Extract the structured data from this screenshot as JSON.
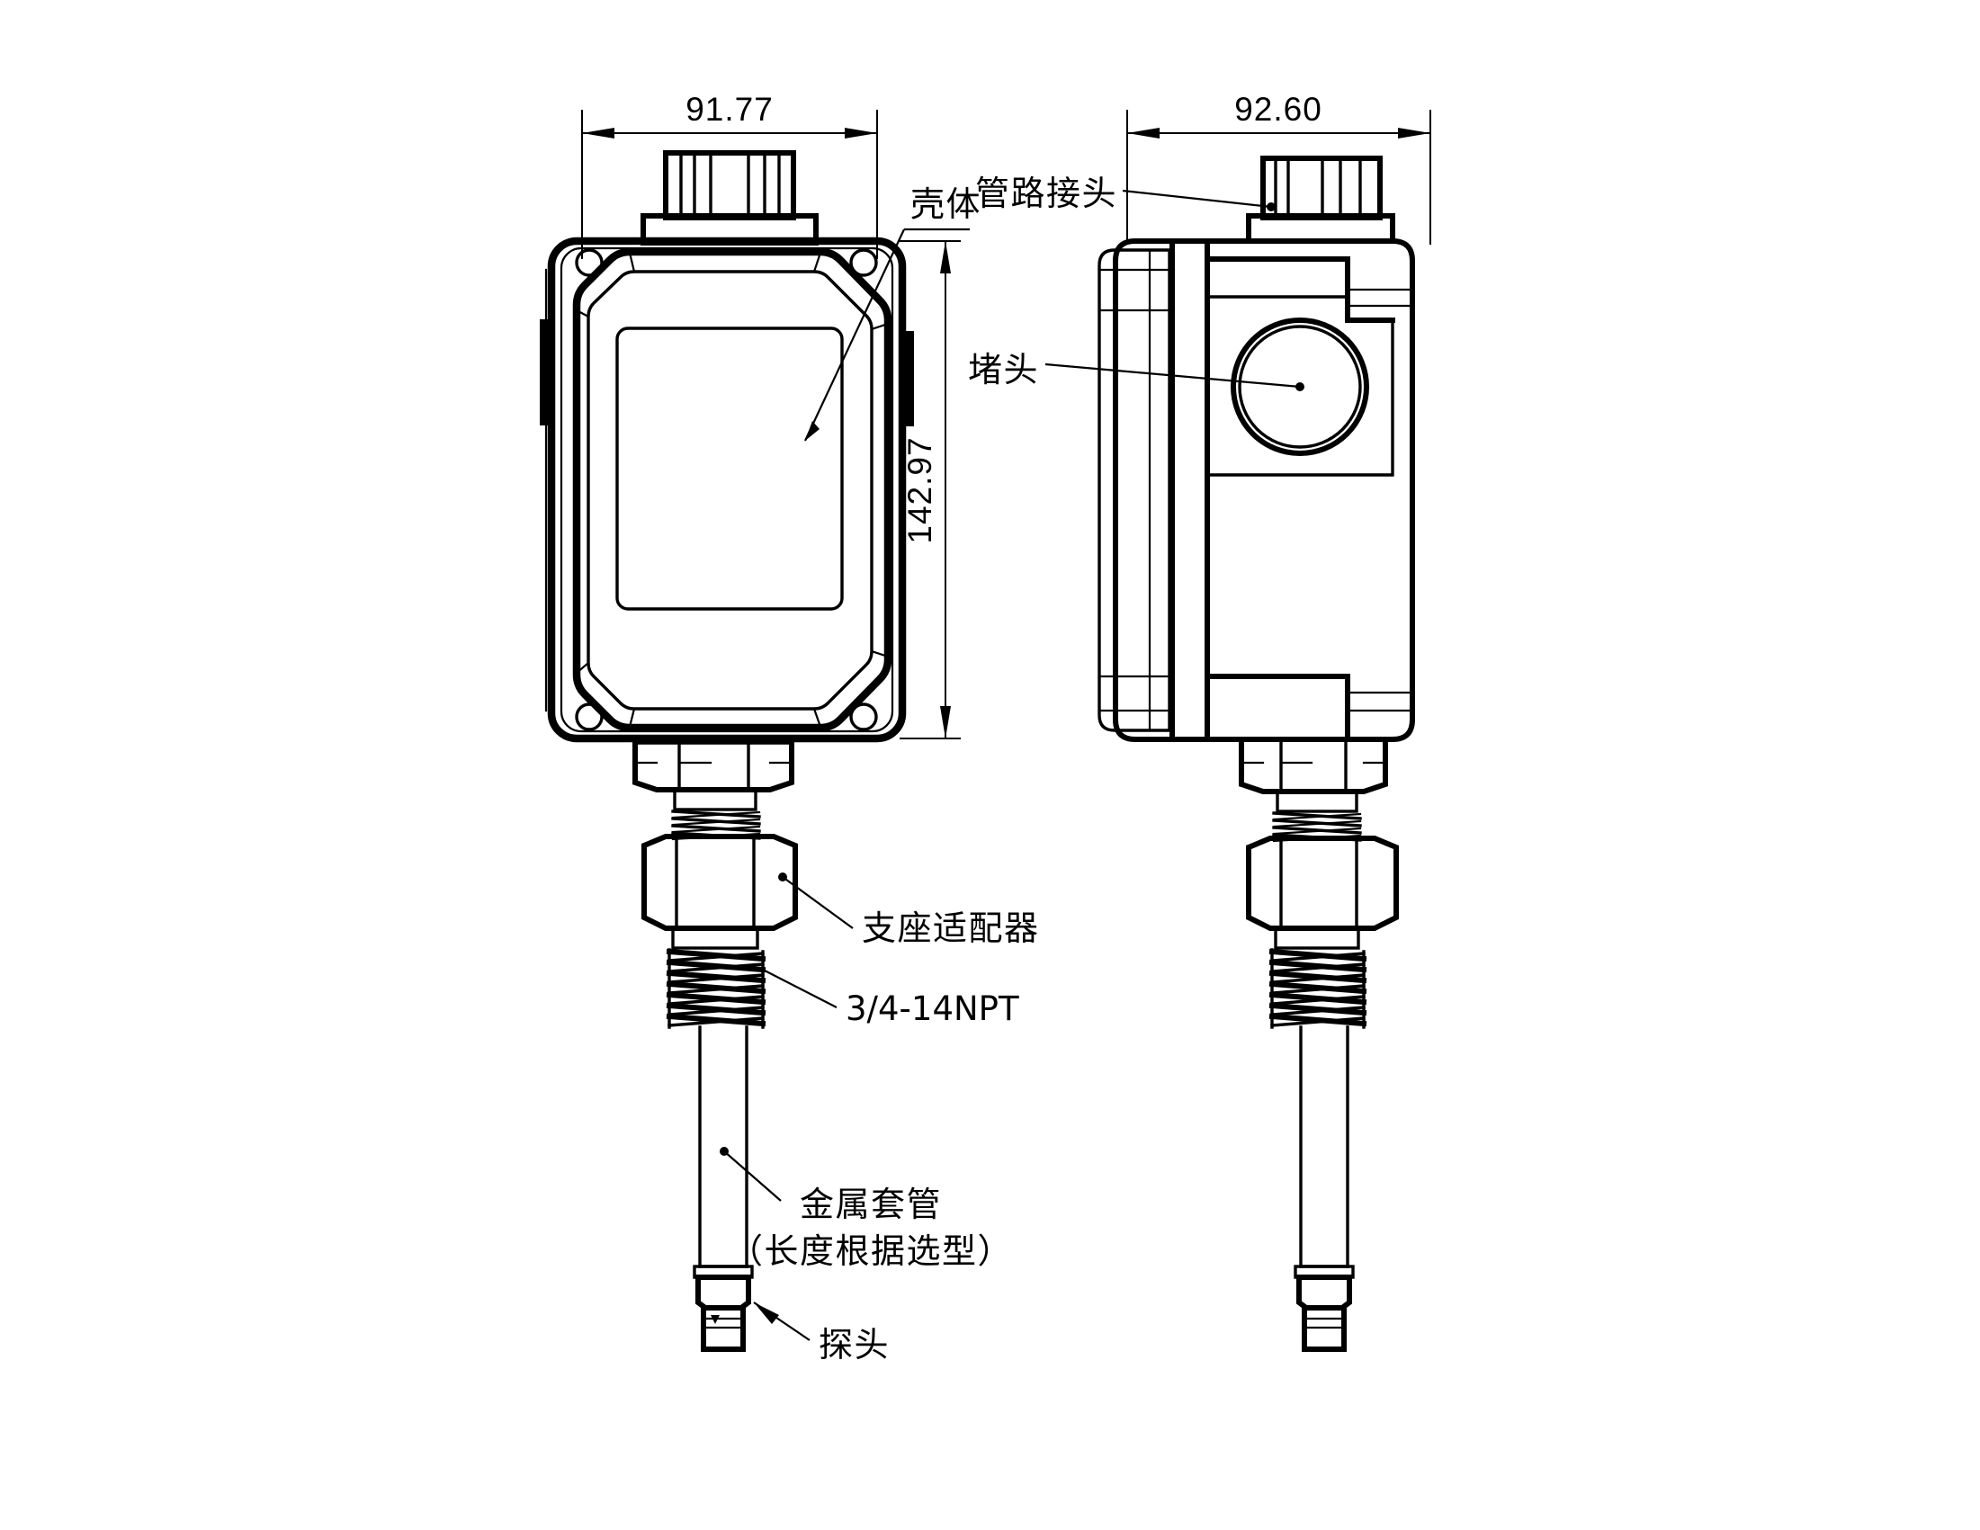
{
  "drawing": {
    "title": "温度变送器外形尺寸图",
    "background_color": "#ffffff",
    "line_color": "#000000",
    "views": [
      {
        "id": "front-view",
        "name": "front-elevation"
      },
      {
        "id": "side-view",
        "name": "side-elevation"
      }
    ]
  },
  "dimensions": {
    "front_width": "91.77",
    "front_height": "142.97",
    "side_width": "92.60"
  },
  "annotations": {
    "housing": "壳体",
    "pipe_fitting": "管路接头",
    "plug": "堵头",
    "support_adapter": "支座适配器",
    "thread_spec": "3/4-14NPT",
    "metal_sheath_line1": "金属套管",
    "metal_sheath_line2": "（长度根据选型）",
    "probe": "探头"
  }
}
